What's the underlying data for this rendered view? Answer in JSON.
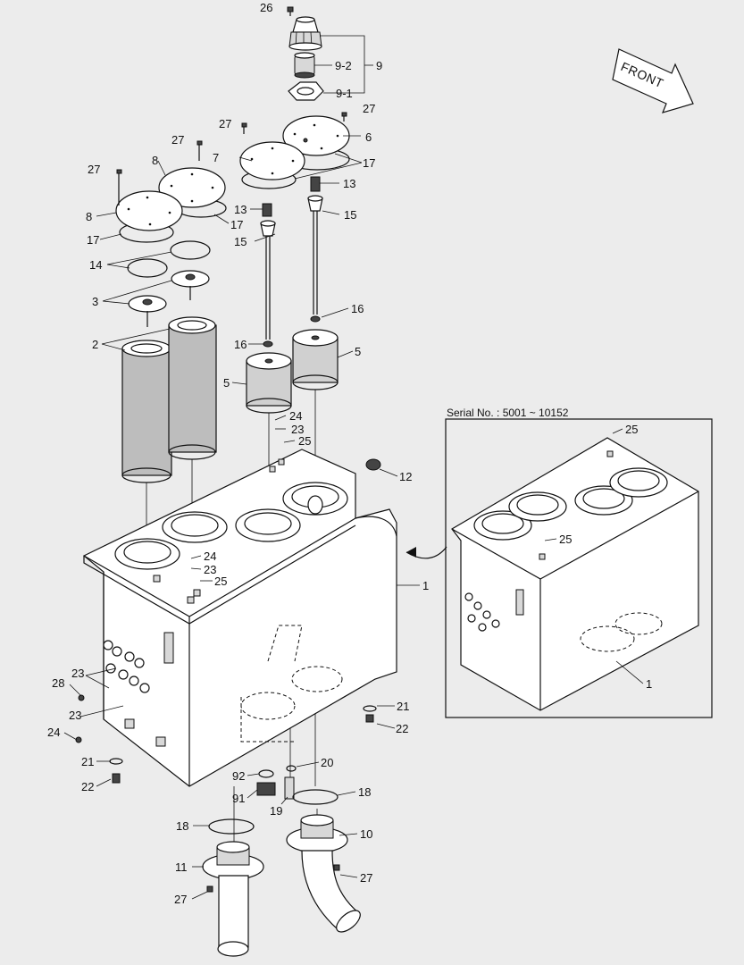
{
  "diagram": {
    "front_label": "FRONT",
    "inset_label": "Serial No. : 5001 ~ 10152",
    "callouts": [
      {
        "id": "c26",
        "text": "26"
      },
      {
        "id": "c9",
        "text": "9"
      },
      {
        "id": "c9_2",
        "text": "9-2"
      },
      {
        "id": "c9_1",
        "text": "9-1"
      },
      {
        "id": "c27a",
        "text": "27"
      },
      {
        "id": "c27b",
        "text": "27"
      },
      {
        "id": "c6",
        "text": "6"
      },
      {
        "id": "c27c",
        "text": "27"
      },
      {
        "id": "c7",
        "text": "7"
      },
      {
        "id": "c17a",
        "text": "17"
      },
      {
        "id": "c27d",
        "text": "27"
      },
      {
        "id": "c8a",
        "text": "8"
      },
      {
        "id": "c13a",
        "text": "13"
      },
      {
        "id": "c8b",
        "text": "8"
      },
      {
        "id": "c17b",
        "text": "17"
      },
      {
        "id": "c13b",
        "text": "13"
      },
      {
        "id": "c15a",
        "text": "15"
      },
      {
        "id": "c17c",
        "text": "17"
      },
      {
        "id": "c15b",
        "text": "15"
      },
      {
        "id": "c14",
        "text": "14"
      },
      {
        "id": "c3",
        "text": "3"
      },
      {
        "id": "c16a",
        "text": "16"
      },
      {
        "id": "c2",
        "text": "2"
      },
      {
        "id": "c16b",
        "text": "16"
      },
      {
        "id": "c5a",
        "text": "5"
      },
      {
        "id": "c5b",
        "text": "5"
      },
      {
        "id": "c24a",
        "text": "24"
      },
      {
        "id": "c23a",
        "text": "23"
      },
      {
        "id": "c25a",
        "text": "25"
      },
      {
        "id": "c12",
        "text": "12"
      },
      {
        "id": "c24b",
        "text": "24"
      },
      {
        "id": "c23b",
        "text": "23"
      },
      {
        "id": "c25b",
        "text": "25"
      },
      {
        "id": "c1a",
        "text": "1"
      },
      {
        "id": "c23c",
        "text": "23"
      },
      {
        "id": "c28",
        "text": "28"
      },
      {
        "id": "c23d",
        "text": "23"
      },
      {
        "id": "c24c",
        "text": "24"
      },
      {
        "id": "c21a",
        "text": "21"
      },
      {
        "id": "c22a",
        "text": "22"
      },
      {
        "id": "c21b",
        "text": "21"
      },
      {
        "id": "c22b",
        "text": "22"
      },
      {
        "id": "c92",
        "text": "92"
      },
      {
        "id": "c20",
        "text": "20"
      },
      {
        "id": "c91",
        "text": "91"
      },
      {
        "id": "c19",
        "text": "19"
      },
      {
        "id": "c18a",
        "text": "18"
      },
      {
        "id": "c18b",
        "text": "18"
      },
      {
        "id": "c10",
        "text": "10"
      },
      {
        "id": "c11",
        "text": "11"
      },
      {
        "id": "c27e",
        "text": "27"
      },
      {
        "id": "c27f",
        "text": "27"
      },
      {
        "id": "c25c",
        "text": "25"
      },
      {
        "id": "c25d",
        "text": "25"
      },
      {
        "id": "c1b",
        "text": "1"
      }
    ]
  }
}
